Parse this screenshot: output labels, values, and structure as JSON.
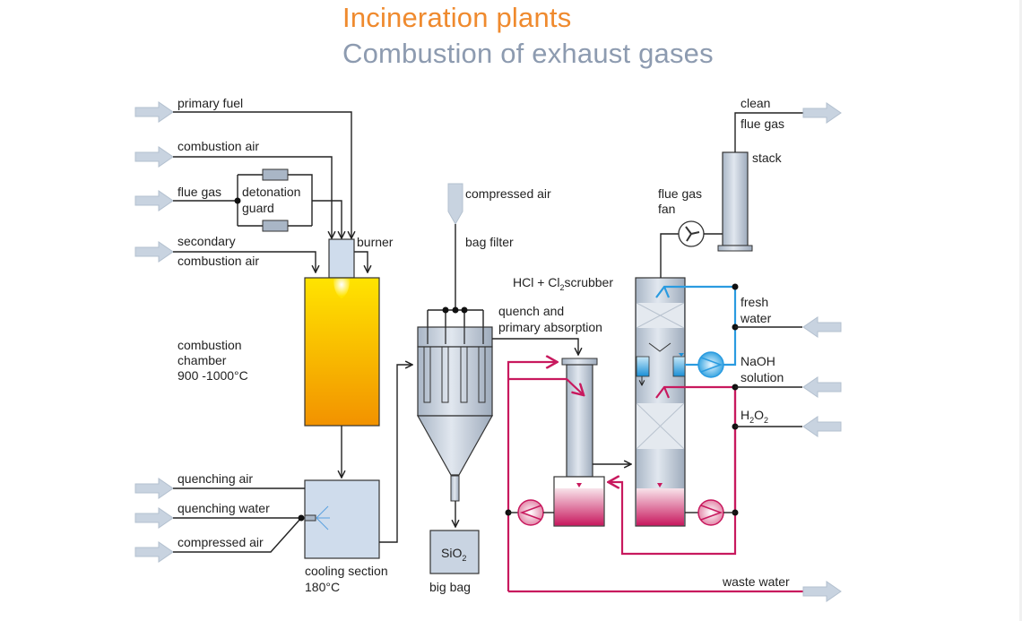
{
  "title": {
    "main": "Incineration plants",
    "sub": "Combustion of exhaust gases"
  },
  "colors": {
    "title_main": "#ef8a2e",
    "title_sub": "#8d9bb0",
    "line": "#222222",
    "recirculation": "#c8195e",
    "fresh_water": "#2a9be0",
    "arrow_fill": "#c8d3e0",
    "equipment": "#c9d4e2",
    "flame_top": "#ffe000",
    "flame_bottom": "#f29200"
  },
  "inputs": {
    "primary_fuel": "primary fuel",
    "combustion_air": "combustion air",
    "flue_gas": "flue gas",
    "secondary_1": "secondary",
    "secondary_2": "combustion air",
    "quenching_air": "quenching air",
    "quenching_water": "quenching water",
    "compressed_air_left": "compressed air",
    "compressed_air_top": "compressed air",
    "fresh_water_1": "fresh",
    "fresh_water_2": "water",
    "naoh_1": "NaOH",
    "naoh_2": "solution",
    "h2o2": "H",
    "h2o2_sub1": "2",
    "h2o2_o": "O",
    "h2o2_sub2": "2"
  },
  "outputs": {
    "clean_1": "clean",
    "clean_2": "flue gas",
    "waste_water": "waste water"
  },
  "equipment": {
    "detonation_1": "detonation",
    "detonation_2": "guard",
    "burner": "burner",
    "chamber_1": "combustion",
    "chamber_2": "chamber",
    "chamber_3": "900 -1000°C",
    "cooling_1": "cooling section",
    "cooling_2": "180°C",
    "bag_filter": "bag filter",
    "big_bag": "big bag",
    "sio2": "SiO",
    "sio2_sub": "2",
    "quench_1": "quench and",
    "quench_2": "primary absorption",
    "scrubber_a": "HCl + Cl",
    "scrubber_sub": "2",
    "scrubber_b": "scrubber",
    "fan_1": "flue gas",
    "fan_2": "fan",
    "stack": "stack"
  }
}
